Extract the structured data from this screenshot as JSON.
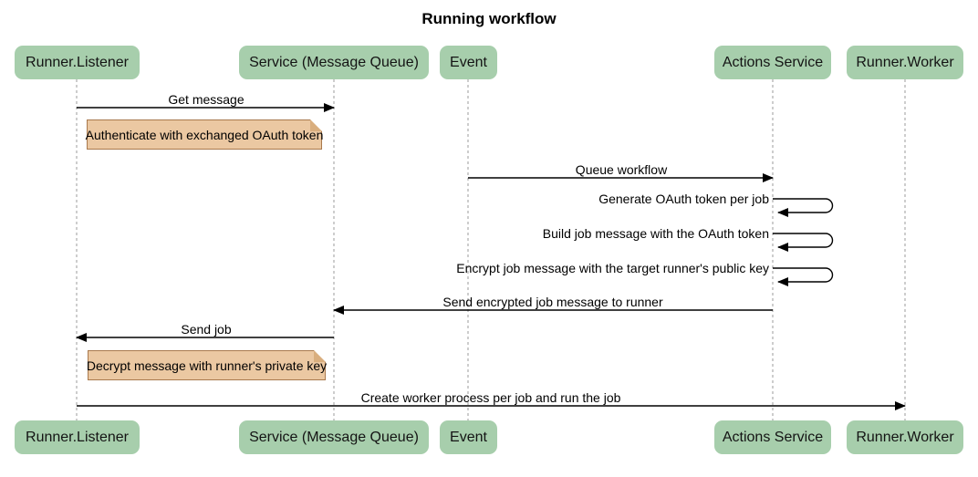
{
  "title": "Running workflow",
  "participants": [
    {
      "label": "Runner.Listener"
    },
    {
      "label": "Service (Message Queue)"
    },
    {
      "label": "Event"
    },
    {
      "label": "Actions Service"
    },
    {
      "label": "Runner.Worker"
    }
  ],
  "messages": [
    {
      "label": "Get message",
      "from": "Runner.Listener",
      "to": "Service (Message Queue)",
      "kind": "solid-arrow"
    },
    {
      "label": "Queue workflow",
      "from": "Event",
      "to": "Actions Service",
      "kind": "solid-arrow"
    },
    {
      "label": "Generate OAuth token per job",
      "from": "Actions Service",
      "to": "Actions Service",
      "kind": "self-loop"
    },
    {
      "label": "Build job message with the OAuth token",
      "from": "Actions Service",
      "to": "Actions Service",
      "kind": "self-loop"
    },
    {
      "label": "Encrypt job message with the target runner's public key",
      "from": "Actions Service",
      "to": "Actions Service",
      "kind": "self-loop"
    },
    {
      "label": "Send encrypted job message to runner",
      "from": "Actions Service",
      "to": "Service (Message Queue)",
      "kind": "solid-arrow"
    },
    {
      "label": "Send job",
      "from": "Service (Message Queue)",
      "to": "Runner.Listener",
      "kind": "solid-arrow"
    },
    {
      "label": "Create worker process per job and run the job",
      "from": "Runner.Listener",
      "to": "Runner.Worker",
      "kind": "solid-arrow"
    }
  ],
  "notes": [
    {
      "text": "Authenticate with exchanged OAuth token",
      "over": "Runner.Listener, Service (Message Queue)"
    },
    {
      "text": "Decrypt message with runner's private key",
      "over": "Runner.Listener, Service (Message Queue)"
    }
  ],
  "colors": {
    "participant_fill": "#A7CEAC",
    "participant_text": "#141414",
    "note_fill": "#EBC8A2",
    "note_border": "#A9794D",
    "note_fold": "#D9AE7E",
    "lifeline": "#9B9B9B",
    "line": "#000000",
    "text": "#000000",
    "background": "#FFFFFF"
  }
}
